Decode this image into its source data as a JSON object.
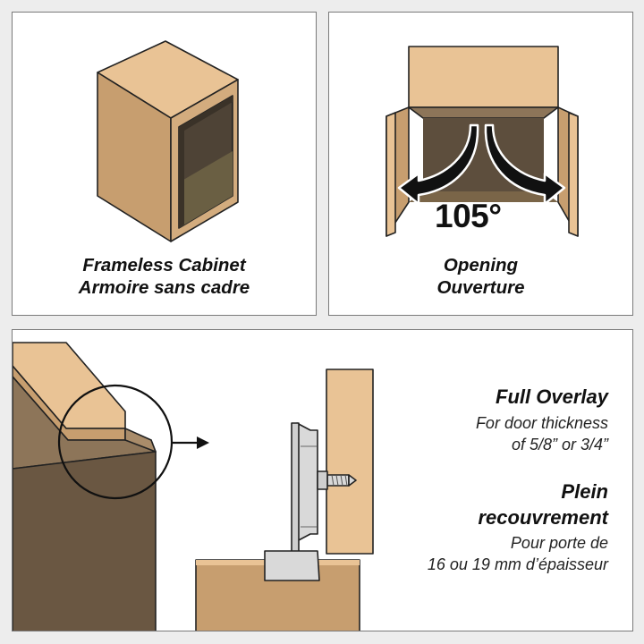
{
  "panels": {
    "frameless": {
      "line1": "Frameless Cabinet",
      "line2": "Armoire sans cadre"
    },
    "opening": {
      "line1": "Opening",
      "line2": "Ouverture",
      "angle": "105°"
    },
    "overlay": {
      "title_en": "Full Overlay",
      "desc_en_line1": "For door thickness",
      "desc_en_line2": "of 5/8” or 3/4”",
      "title_fr_line1": "Plein",
      "title_fr_line2": "recouvrement",
      "desc_fr_line1": "Pour porte de",
      "desc_fr_line2": "16 ou 19 mm d’épaisseur"
    }
  },
  "colors": {
    "wood_light": "#e9c395",
    "wood_mid": "#c79e6f",
    "wood_dark": "#8d7559",
    "wood_darkest": "#6a5742",
    "cabinet_interior": "#4e4336",
    "hinge_metal": "#d9d9d9",
    "outline": "#222222"
  }
}
